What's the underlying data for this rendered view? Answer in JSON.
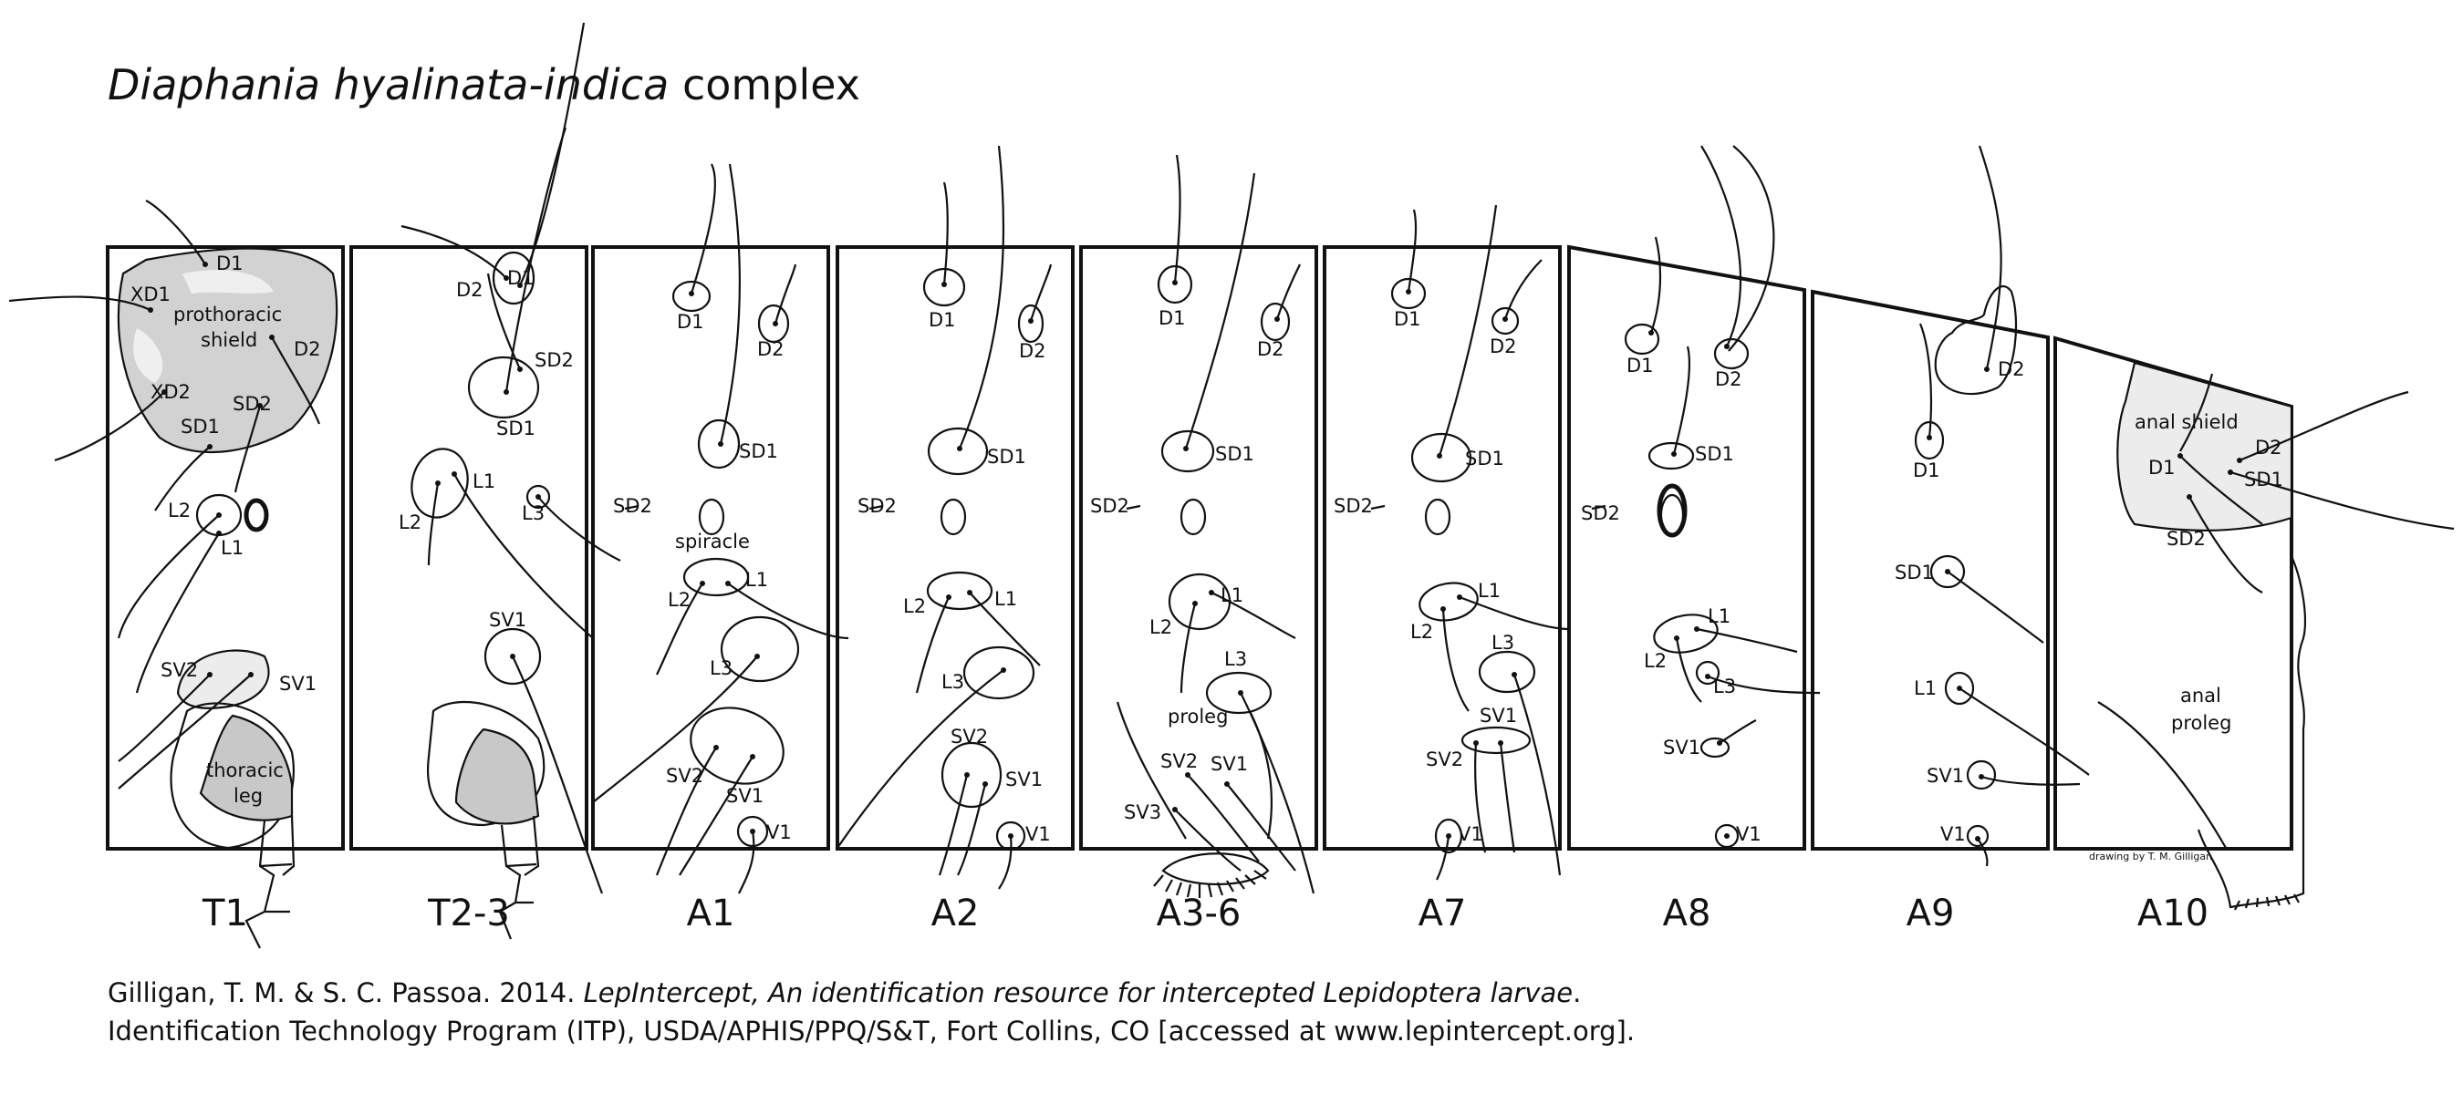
{
  "title": {
    "italic": "Diaphania hyalinata-indica",
    "rest": " complex"
  },
  "segments": [
    {
      "name": "T1",
      "labels": [
        "D1",
        "XD1",
        "prothoracic",
        "shield",
        "D2",
        "XD2",
        "SD2",
        "SD1",
        "L2",
        "L1",
        "SV2",
        "SV1",
        "thoracic",
        "leg"
      ]
    },
    {
      "name": "T2-3",
      "labels": [
        "D2",
        "D1",
        "SD2",
        "SD1",
        "L1",
        "L2",
        "L3",
        "SV1"
      ]
    },
    {
      "name": "A1",
      "labels": [
        "D1",
        "D2",
        "SD1",
        "SD2",
        "spiracle",
        "L1",
        "L2",
        "L3",
        "SV2",
        "SV1",
        "V1"
      ]
    },
    {
      "name": "A2",
      "labels": [
        "D1",
        "D2",
        "SD1",
        "SD2",
        "L2",
        "L1",
        "L3",
        "SV2",
        "SV1",
        "V1"
      ]
    },
    {
      "name": "A3-6",
      "labels": [
        "D1",
        "D2",
        "SD1",
        "SD2",
        "L1",
        "L2",
        "L3",
        "proleg",
        "SV2",
        "SV1",
        "SV3"
      ]
    },
    {
      "name": "A7",
      "labels": [
        "D1",
        "D2",
        "SD1",
        "SD2",
        "L1",
        "L2",
        "L3",
        "SV1",
        "SV2",
        "V1"
      ]
    },
    {
      "name": "A8",
      "labels": [
        "D1",
        "D2",
        "SD1",
        "SD2",
        "L1",
        "L2",
        "L3",
        "SV1",
        "V1"
      ]
    },
    {
      "name": "A9",
      "labels": [
        "D2",
        "D1",
        "SD1",
        "L1",
        "SV1",
        "V1"
      ]
    },
    {
      "name": "A10",
      "labels": [
        "anal shield",
        "D2",
        "D1",
        "SD1",
        "SD2",
        "anal",
        "proleg"
      ]
    }
  ],
  "credit": "drawing by T. M. Gilligan",
  "citation": {
    "line1_prefix": "Gilligan, T. M. & S. C. Passoa. 2014. ",
    "line1_italic": "LepIntercept, An identification resource for intercepted Lepidoptera larvae",
    "line1_suffix": ".",
    "line2": "Identification Technology Program (ITP), USDA/APHIS/PPQ/S&T, Fort Collins, CO [accessed at www.lepintercept.org]."
  }
}
